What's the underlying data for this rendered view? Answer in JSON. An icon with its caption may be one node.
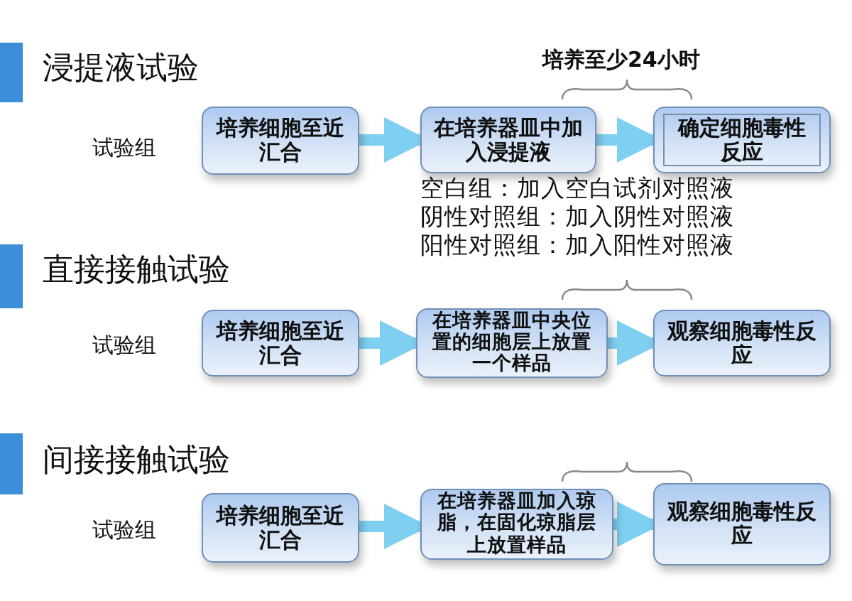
{
  "diagram": {
    "nodes": [
      {
        "text": [
          "培养细胞至近汇合"
        ]
      },
      {
        "text": [
          "在培养器皿中加入浸提液"
        ]
      },
      {
        "text": [
          "确定细胞毒性反应"
        ]
      },
      {
        "text": [
          "培养细胞至近汇合"
        ]
      },
      {
        "text": [
          "在培养器皿中央位置的细胞层上放置一个样品"
        ]
      },
      {
        "text": [
          "观察细胞毒性反应"
        ]
      },
      {
        "text": [
          "培养细胞至近汇合"
        ]
      },
      {
        "text": [
          "在培养器皿加入琼脂，在固化琼脂层上放置样品"
        ]
      },
      {
        "text": [
          "观察细胞毒性反应"
        ]
      }
    ],
    "edges": [
      {
        "from": 0,
        "to": 1,
        "arrow": "to"
      },
      {
        "from": 1,
        "to": 2,
        "arrow": "to"
      },
      {
        "from": 3,
        "to": 4,
        "arrow": "to"
      },
      {
        "from": 4,
        "to": 5,
        "arrow": "to"
      },
      {
        "from": 6,
        "to": 7,
        "arrow": "to"
      },
      {
        "from": 7,
        "to": 8,
        "arrow": "to"
      }
    ],
    "labels": [
      "浸提液试验",
      "培养至少24小时",
      "试验组",
      "空白组：加入空白试剂对照液",
      "阴性对照组：加入阴性对照液",
      "阳性对照组：加入阳性对照液",
      "直接接触试验",
      "试验组",
      "间接接触试验",
      "试验组"
    ]
  }
}
